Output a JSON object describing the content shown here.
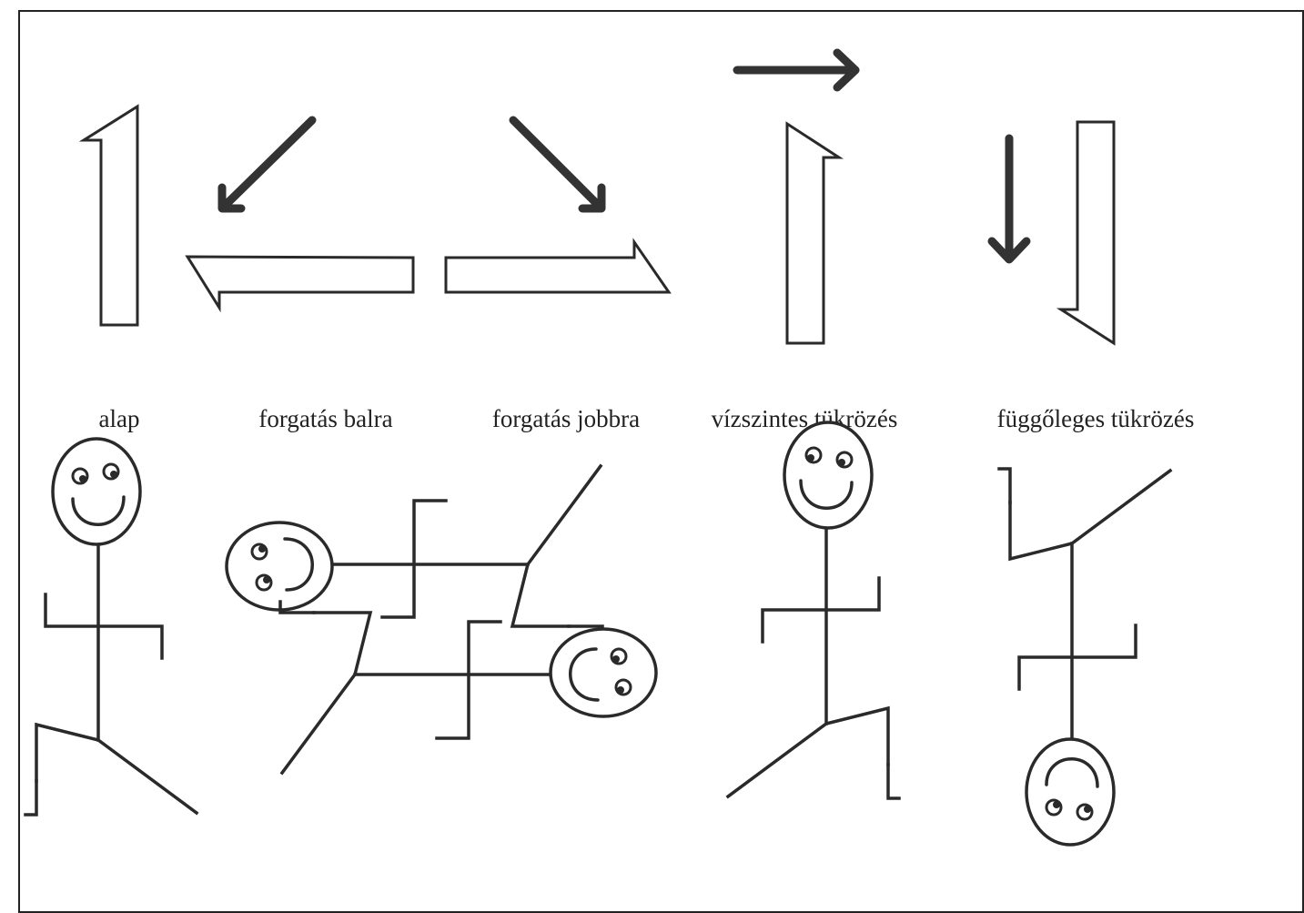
{
  "labels": {
    "base": "alap",
    "rotate_left": "forgatás balra",
    "rotate_right": "forgatás jobbra",
    "mirror_horizontal": "vízszintes tükrözés",
    "mirror_vertical": "függőleges tükrözés"
  },
  "colors": {
    "ink": "#2a2a2a",
    "arrow": "#333333",
    "background": "#ffffff"
  }
}
